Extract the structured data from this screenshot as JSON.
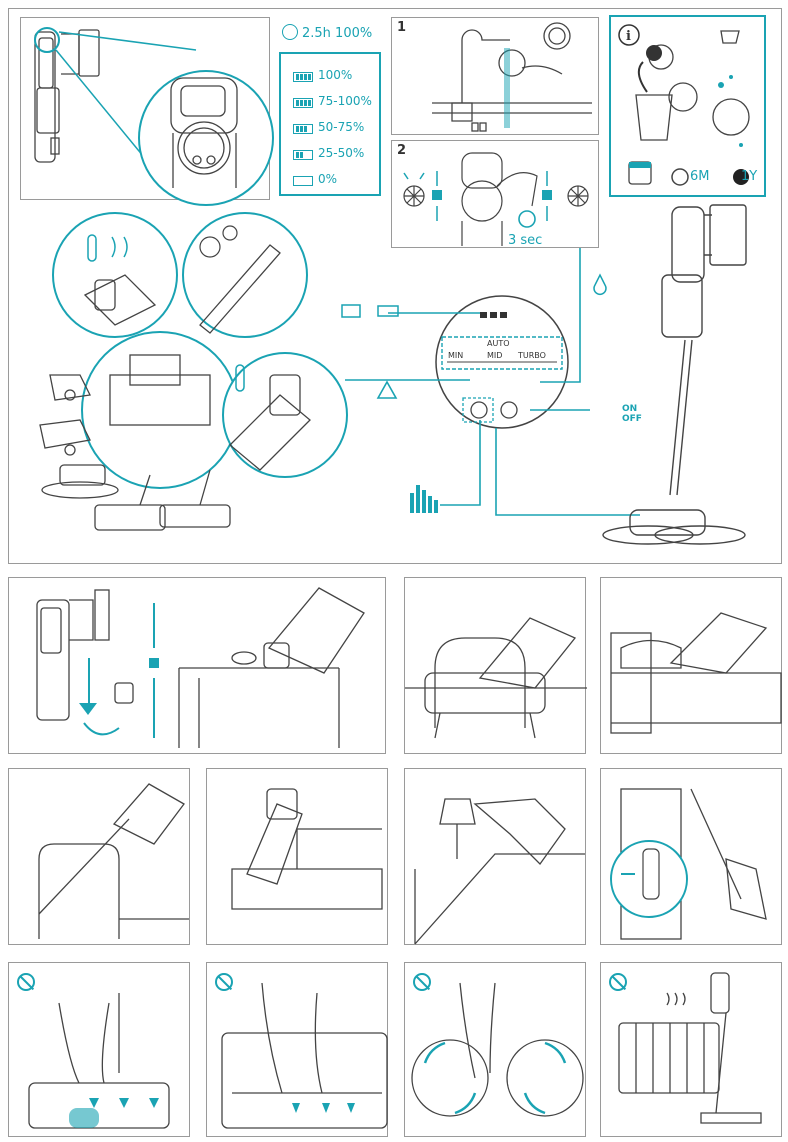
{
  "colors": {
    "accent": "#1aa3b3",
    "line": "#444444",
    "frame": "#9a9a9a"
  },
  "top": {
    "runtime": "2.5h 100%",
    "battery_levels": [
      {
        "label": "100%",
        "icon": "battery-full-charging-icon"
      },
      {
        "label": "75-100%",
        "icon": "battery-full-icon"
      },
      {
        "label": "50-75%",
        "icon": "battery-three-quarter-icon"
      },
      {
        "label": "25-50%",
        "icon": "battery-half-icon"
      },
      {
        "label": "0%",
        "icon": "battery-empty-blinking-icon"
      }
    ],
    "step1": "1",
    "step2": "2",
    "timer": "3 sec",
    "filter_6m": "6M",
    "filter_1y": "1Y",
    "modes": {
      "auto": "AUTO",
      "min": "MIN",
      "mid": "MID",
      "turbo": "TURBO"
    },
    "on_off": {
      "on": "ON",
      "off": "OFF"
    }
  },
  "sections": {
    "usage_rows": 2,
    "forbidden_count": 4
  }
}
